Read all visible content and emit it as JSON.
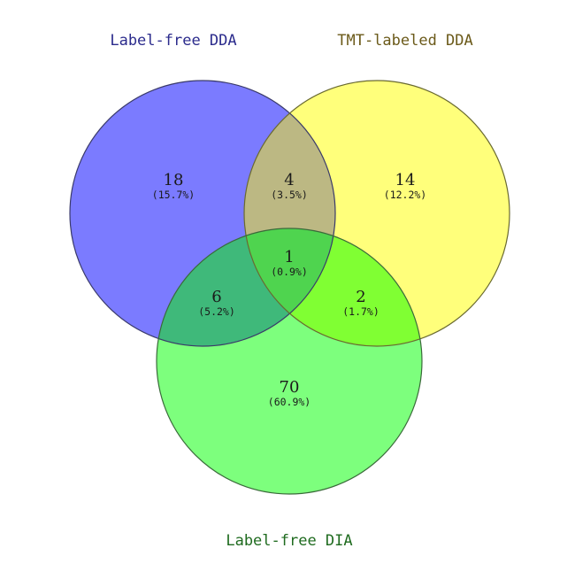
{
  "sets": [
    {
      "key": "A",
      "label": "Label-free DDA",
      "fill": "#7b7bff",
      "stroke": "#3a3a6a",
      "label_color": "#2b2b8c"
    },
    {
      "key": "B",
      "label": "TMT-labeled DDA",
      "fill": "#ffff7b",
      "stroke": "#6a6a30",
      "label_color": "#6b5a1a"
    },
    {
      "key": "C",
      "label": "Label-free DIA",
      "fill": "#7dff7d",
      "stroke": "#3a6a3a",
      "label_color": "#1f6b1f"
    }
  ],
  "regions": {
    "a_only": {
      "sets": [
        "A"
      ],
      "count": "18",
      "percent": "(15.7%)"
    },
    "ab": {
      "sets": [
        "A",
        "B"
      ],
      "count": "4",
      "percent": "(3.5%)"
    },
    "b_only": {
      "sets": [
        "B"
      ],
      "count": "14",
      "percent": "(12.2%)"
    },
    "abc": {
      "sets": [
        "A",
        "B",
        "C"
      ],
      "count": "1",
      "percent": "(0.9%)"
    },
    "ac": {
      "sets": [
        "A",
        "C"
      ],
      "count": "6",
      "percent": "(5.2%)"
    },
    "bc": {
      "sets": [
        "B",
        "C"
      ],
      "count": "2",
      "percent": "(1.7%)"
    },
    "c_only": {
      "sets": [
        "C"
      ],
      "count": "70",
      "percent": "(60.9%)"
    }
  },
  "colors": {
    "overlap_ab": "#bcb883",
    "overlap_ac": "#3fb97a",
    "overlap_bc": "#80ff33",
    "overlap_abc": "#4fd44f"
  }
}
